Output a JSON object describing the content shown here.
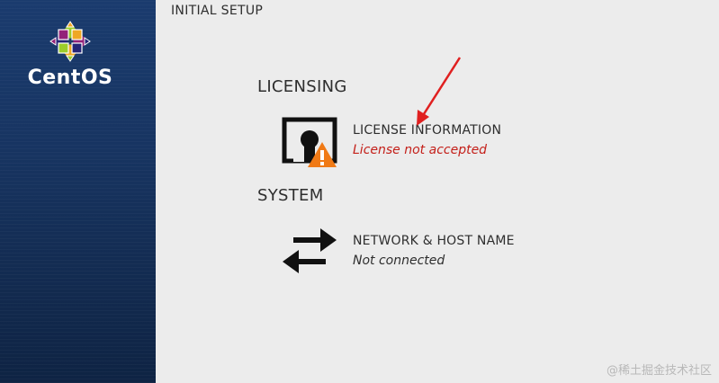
{
  "sidebar": {
    "brand": "CentOS",
    "logo_icon": "centos-logo-icon"
  },
  "header": {
    "title": "INITIAL SETUP"
  },
  "sections": [
    {
      "title": "LICENSING",
      "spokes": [
        {
          "title": "LICENSE INFORMATION",
          "status": "License not accepted",
          "status_color": "#c4201a",
          "icon": "license-document-icon",
          "badge_icon": "warning-icon",
          "badge_color": "#f07a16"
        }
      ]
    },
    {
      "title": "SYSTEM",
      "spokes": [
        {
          "title": "NETWORK & HOST NAME",
          "status": "Not connected",
          "status_color": "#2e2e2e",
          "icon": "network-arrows-icon"
        }
      ]
    }
  ],
  "annotation": {
    "arrow_color": "#e02020"
  },
  "watermark": "@稀土掘金技术社区"
}
